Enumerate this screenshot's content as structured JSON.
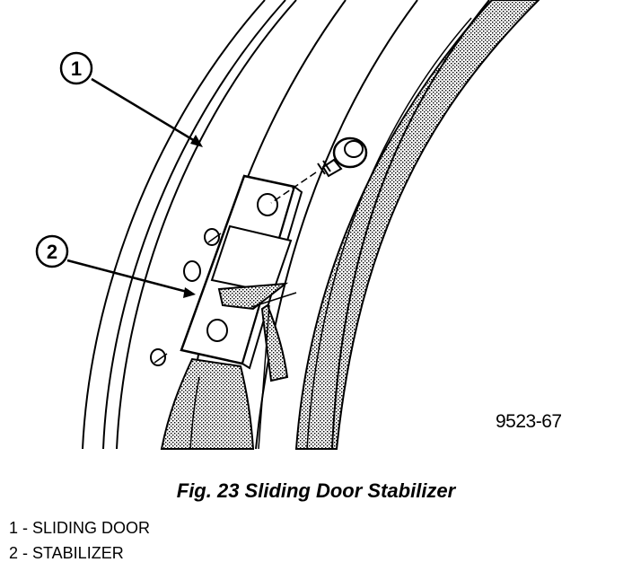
{
  "diagram": {
    "callouts": [
      {
        "number": "1"
      },
      {
        "number": "2"
      }
    ],
    "figure_code": "9523-67"
  },
  "caption": "Fig. 23 Sliding Door Stabilizer",
  "legend": [
    {
      "text": "1 - SLIDING DOOR"
    },
    {
      "text": "2 - STABILIZER"
    }
  ]
}
